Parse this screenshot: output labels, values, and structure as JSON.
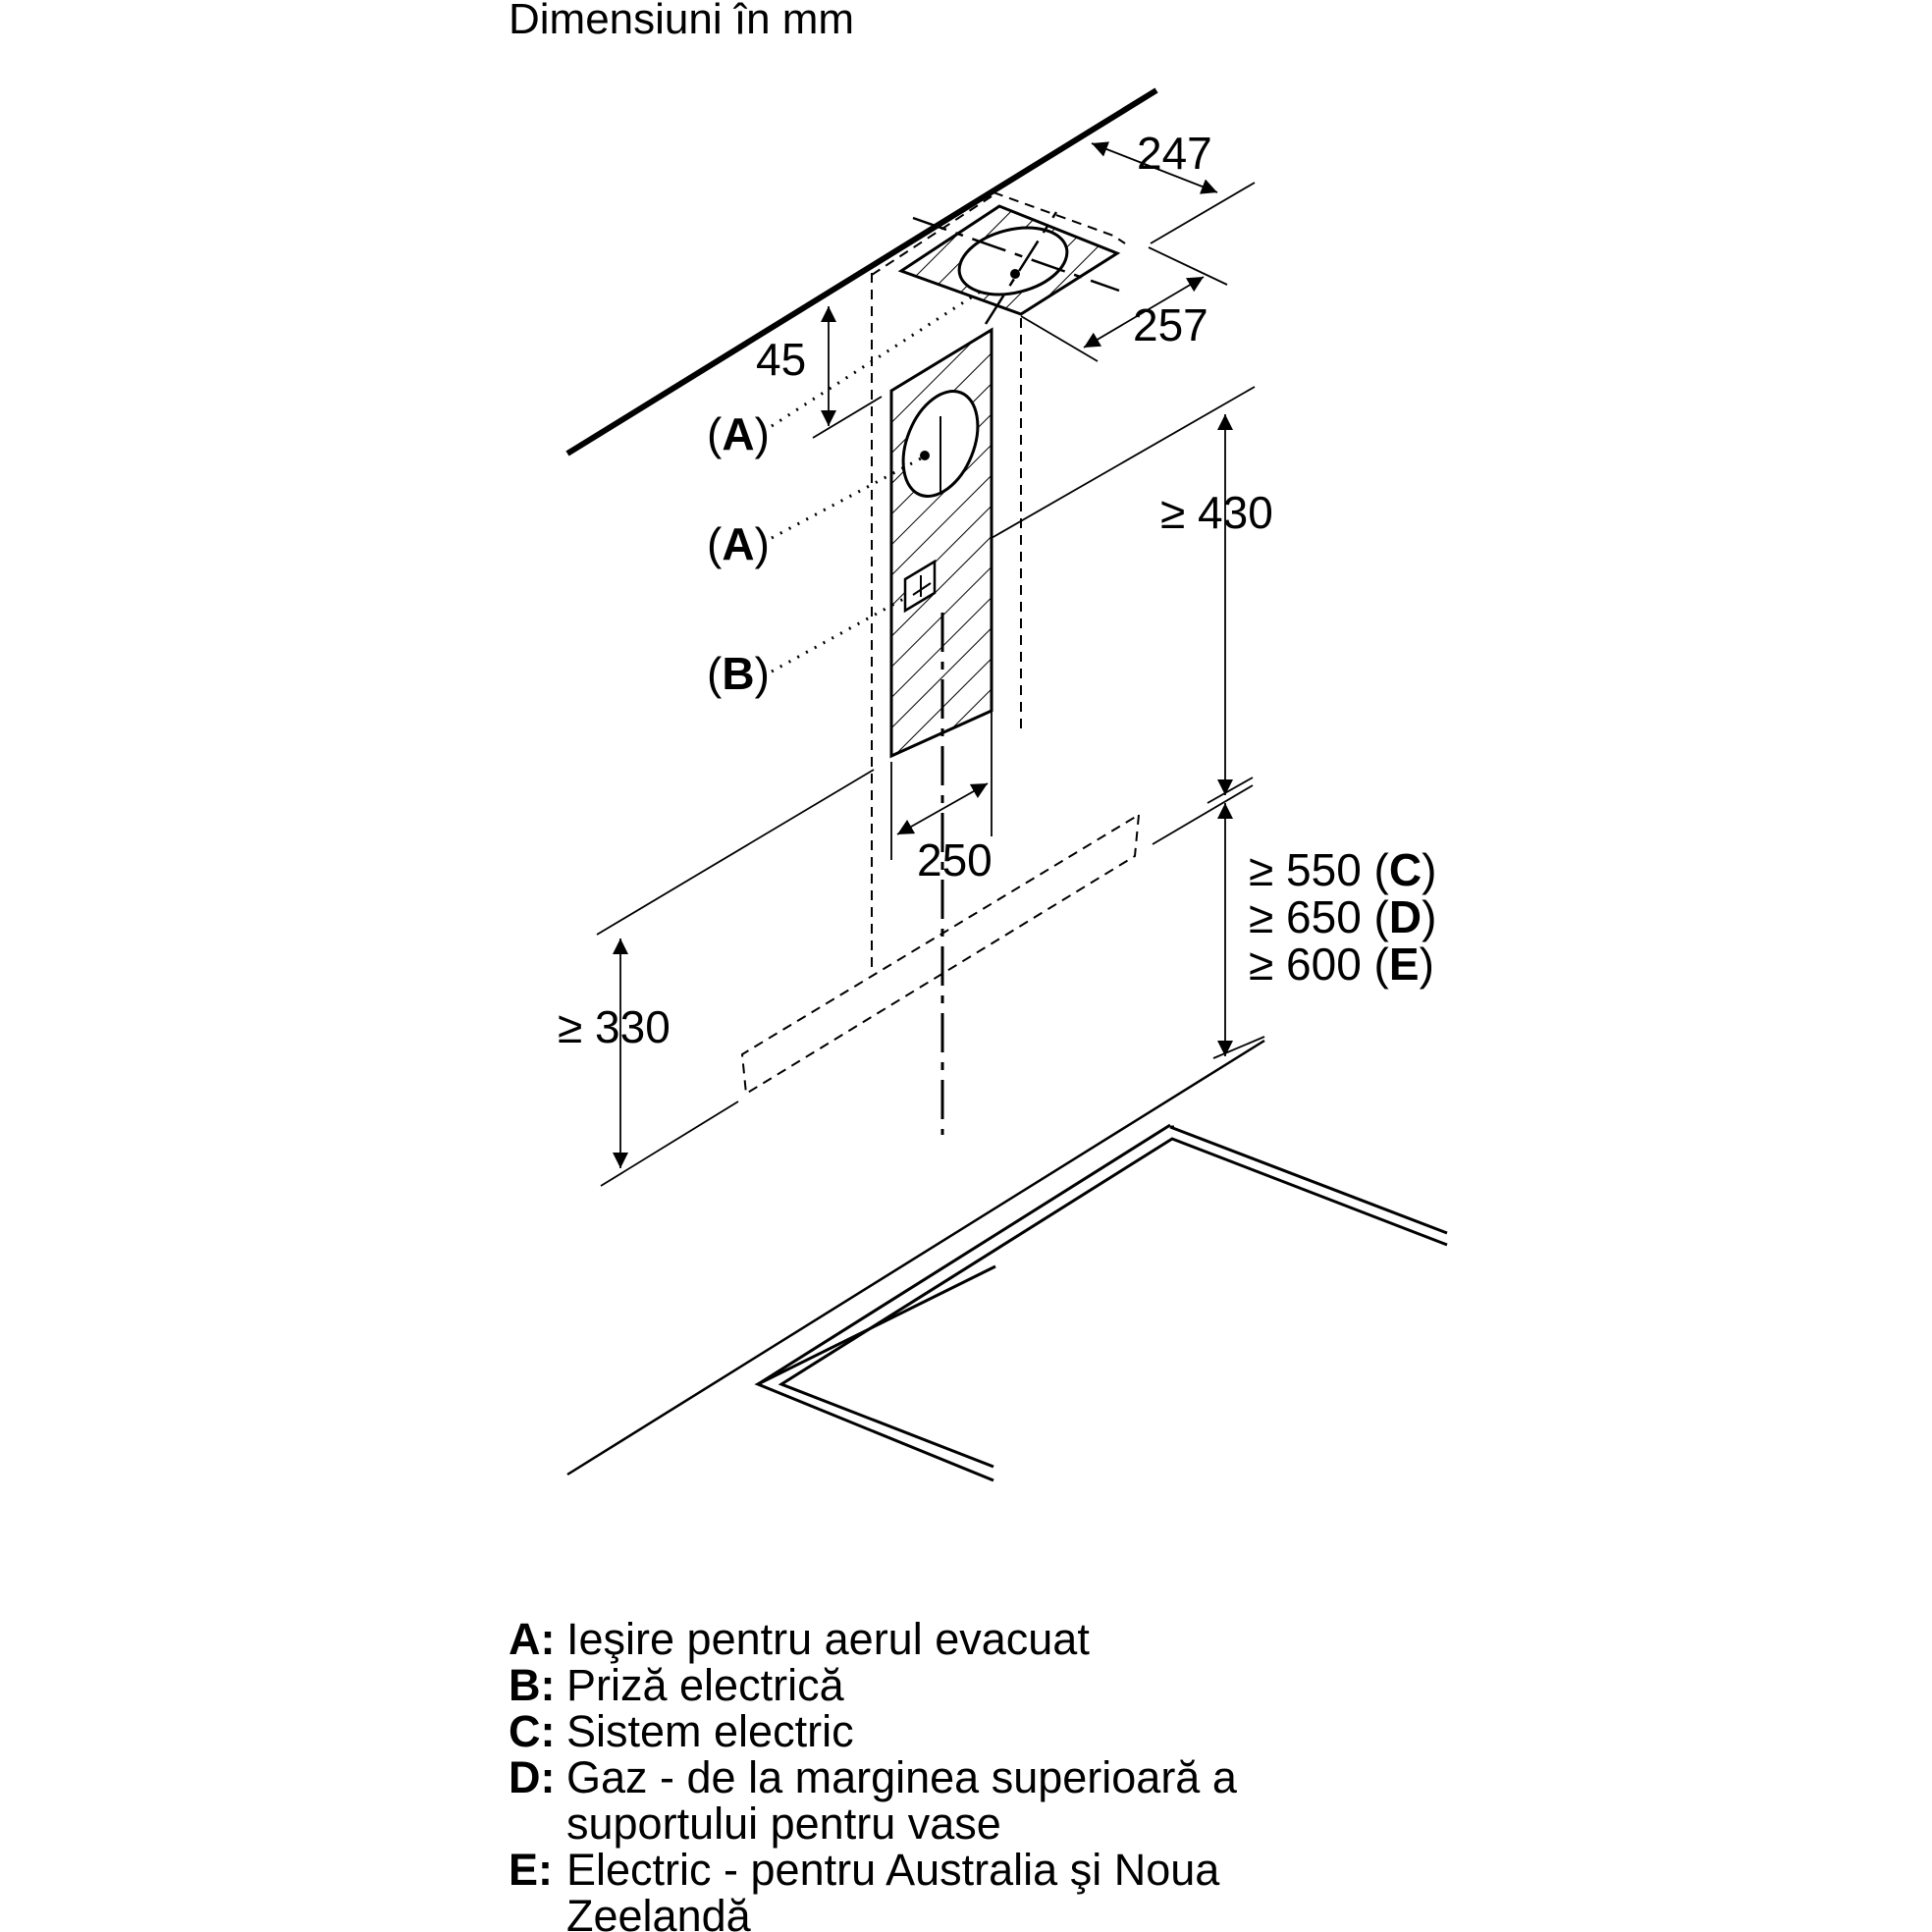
{
  "title": "Dimensiuni în mm",
  "dimensions": {
    "d247": "247",
    "d257": "257",
    "d45": "45",
    "d430": "≥ 430",
    "d250": "250",
    "d330": "≥ 330",
    "min_prefix": "≥",
    "d550": "550",
    "d650": "650",
    "d600": "600"
  },
  "callouts": {
    "a1": "A",
    "a2": "A",
    "b": "B",
    "c": "C",
    "d": "D",
    "e": "E"
  },
  "legend": [
    {
      "key": "A:",
      "text": "Ieşire pentru aerul evacuat"
    },
    {
      "key": "B:",
      "text": "Priză electrică"
    },
    {
      "key": "C:",
      "text": "Sistem electric"
    },
    {
      "key": "D:",
      "text": "Gaz - de la marginea superioară a suportului pentru vase"
    },
    {
      "key": "E:",
      "text": "Electric - pentru Australia şi Noua Zeelandă"
    }
  ]
}
